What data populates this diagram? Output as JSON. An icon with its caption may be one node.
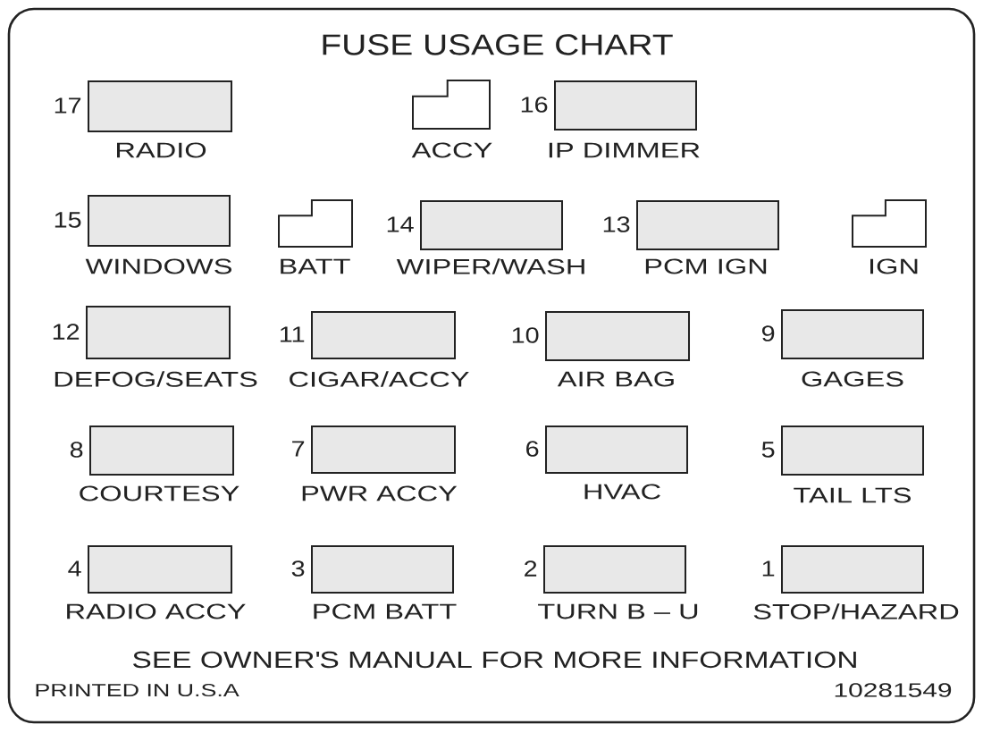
{
  "diagram": {
    "title": "FUSE USAGE CHART",
    "nodes": [
      {
        "text": [
          "RADIO"
        ],
        "beside": [
          "17"
        ]
      },
      {
        "text": [
          "ACCY"
        ]
      },
      {
        "text": [
          "IP DIMMER"
        ],
        "beside": [
          "16"
        ]
      },
      {
        "text": [
          "WINDOWS"
        ],
        "beside": [
          "15"
        ]
      },
      {
        "text": [
          "BATT"
        ]
      },
      {
        "text": [
          "WIPER/WASH"
        ],
        "beside": [
          "14"
        ]
      },
      {
        "text": [
          "PCM IGN"
        ],
        "beside": [
          "13"
        ]
      },
      {
        "text": [
          "IGN"
        ]
      },
      {
        "text": [
          "DEFOG/SEATS"
        ],
        "beside": [
          "12"
        ]
      },
      {
        "text": [
          "CIGAR/ACCY"
        ],
        "beside": [
          "11"
        ]
      },
      {
        "text": [
          "AIR BAG"
        ],
        "beside": [
          "10"
        ]
      },
      {
        "text": [
          "GAGES"
        ],
        "beside": [
          "9"
        ]
      },
      {
        "text": [
          "COURTESY"
        ],
        "beside": [
          "8"
        ]
      },
      {
        "text": [
          "PWR ACCY"
        ],
        "beside": [
          "7"
        ]
      },
      {
        "text": [
          "HVAC"
        ],
        "beside": [
          "6"
        ]
      },
      {
        "text": [
          "TAIL LTS"
        ],
        "beside": [
          "5"
        ]
      },
      {
        "text": [
          "RADIO ACCY"
        ],
        "beside": [
          "4"
        ]
      },
      {
        "text": [
          "PCM BATT"
        ],
        "beside": [
          "3"
        ]
      },
      {
        "text": [
          "TURN B – U"
        ],
        "beside": [
          "2"
        ]
      },
      {
        "text": [
          "STOP/HAZARD"
        ],
        "beside": [
          "1"
        ]
      }
    ],
    "labels": [
      "SEE OWNER'S MANUAL FOR MORE INFORMATION",
      "PRINTED IN U.S.A",
      "10281549"
    ]
  }
}
